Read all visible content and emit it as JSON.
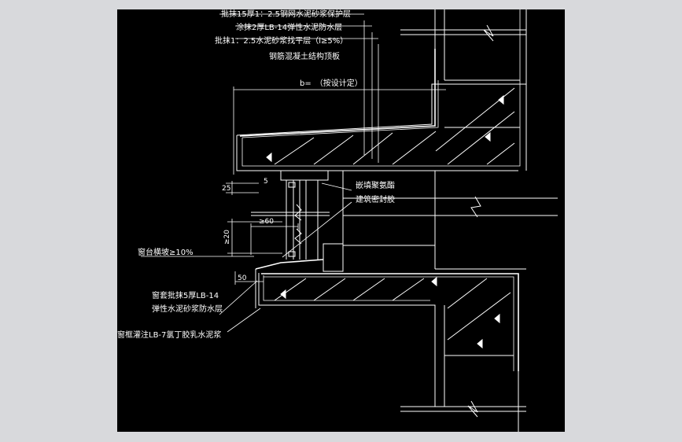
{
  "drawing": {
    "colors": {
      "background": "#d8d9dc",
      "canvas": "#000000",
      "line": "#ffffff",
      "structure_line": "#ffffff"
    },
    "notes_top": [
      "批抹15厚1：2.5钢网水泥砂浆保护层",
      "涂抹2厚LB-14弹性水泥防水层",
      "批抹1：2.5水泥砂浆找平层（i≥5%）",
      "钢筋混凝土结构顶板"
    ],
    "width_note": "b=　（按设计定）",
    "sealant_notes": [
      "嵌填聚氨酯",
      "建筑密封胶"
    ],
    "sill_slope_note": "窗台横坡≥10%",
    "sill_waterproof_note": [
      "窗套批抹5厚LB-14",
      "弹性水泥砂浆防水层"
    ],
    "frame_fill_note": "窗框灌注LB-7氯丁胶乳水泥浆",
    "dimensions": {
      "head_gap": "25",
      "head_edge": "5",
      "sill_width": "≥60",
      "sill_height": "≥20",
      "sill_drip": "50"
    }
  }
}
